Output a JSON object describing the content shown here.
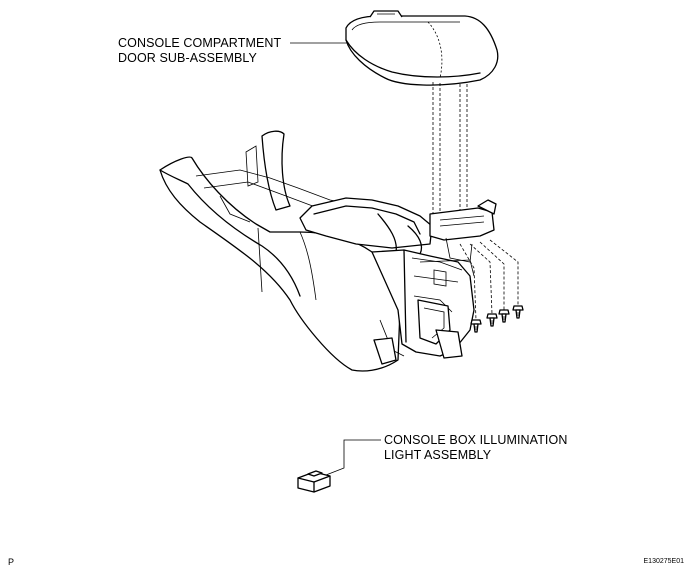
{
  "labels": {
    "door": [
      "CONSOLE COMPARTMENT",
      "DOOR SUB-ASSEMBLY"
    ],
    "light": [
      "CONSOLE BOX ILLUMINATION",
      "LIGHT ASSEMBLY"
    ]
  },
  "footer": {
    "left": "P",
    "right": "E130275E01"
  }
}
